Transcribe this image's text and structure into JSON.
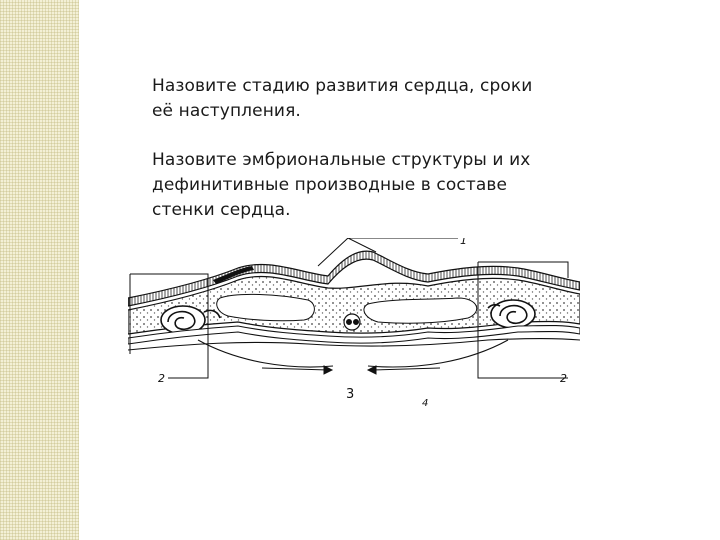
{
  "slide": {
    "question_1": "Назовите стадию развития сердца, сроки\nеё наступления.",
    "question_2": " Назовите эмбриональные структуры и их\nдефинитивные производные в составе\nстенки сердца."
  },
  "figure": {
    "labels": {
      "one": "1",
      "two_left": "2",
      "two_right": "2",
      "three": "3",
      "four": "4"
    }
  }
}
